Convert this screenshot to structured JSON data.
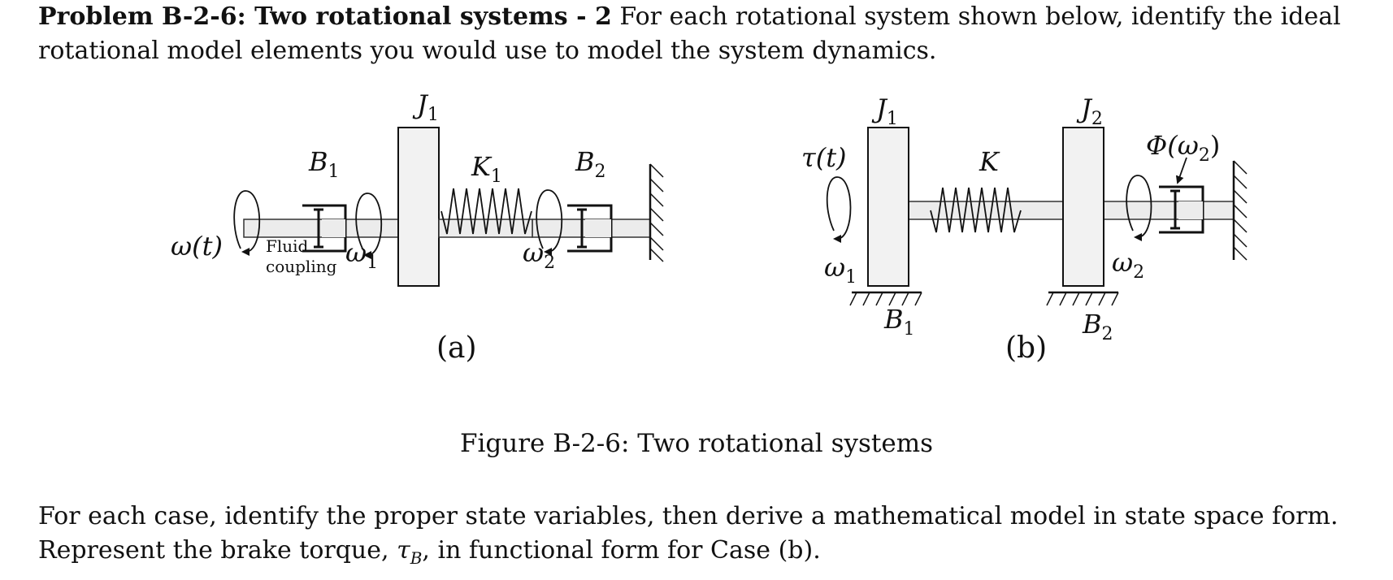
{
  "problem": {
    "heading": "Problem B-2-6: Two rotational systems - 2",
    "intro": " For each rotational system shown below, identify the ideal rotational model elements you would use to model the system dynamics."
  },
  "figure": {
    "a": {
      "J": "J",
      "J_sub": "1",
      "B1": "B",
      "B1_sub": "1",
      "K": "K",
      "K_sub": "1",
      "B2": "B",
      "B2_sub": "2",
      "input": "ω(t)",
      "omega1": "ω",
      "omega1_sub": "1",
      "omega2": "ω",
      "omega2_sub": "2",
      "fluid_line1": "Fluid",
      "fluid_line2": "coupling",
      "panel": "(a)"
    },
    "b": {
      "J1": "J",
      "J1_sub": "1",
      "J2": "J",
      "J2_sub": "2",
      "K": "K",
      "torque": "τ(t)",
      "omega1": "ω",
      "omega1_sub": "1",
      "omega2": "ω",
      "omega2_sub": "2",
      "B1": "B",
      "B1_sub": "1",
      "B2": "B",
      "B2_sub": "2",
      "brake": "Φ(ω",
      "brake_sub": "2",
      "brake_close": ")",
      "panel": "(b)"
    },
    "caption": "Figure B-2-6: Two rotational systems"
  },
  "closing": {
    "text_1": "For each case, identify the proper state variables, then derive a mathematical model in state space form. Represent the brake torque, ",
    "tau": "τ",
    "tau_sub": "B",
    "text_2": ", in functional form for Case (b)."
  }
}
